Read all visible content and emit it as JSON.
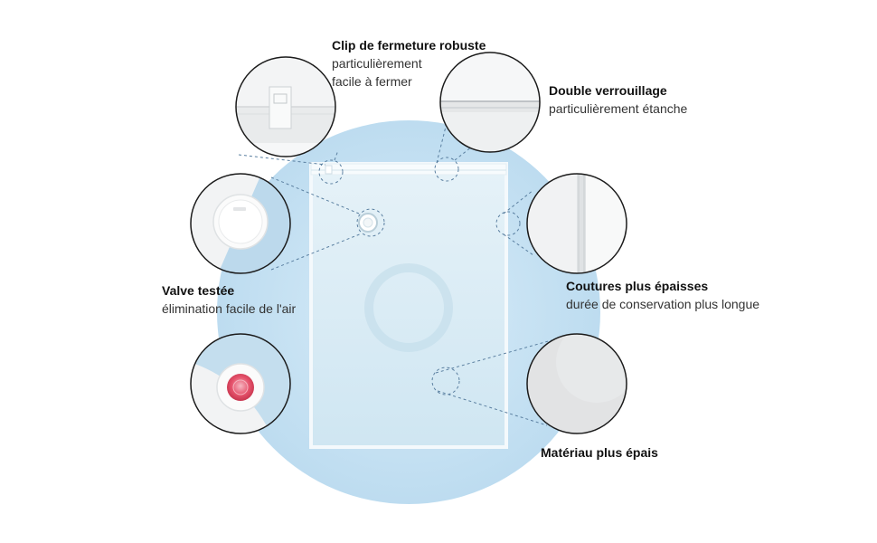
{
  "colors": {
    "background": "#ffffff",
    "disc": "#c5e2f4",
    "bag": "#d9ecf6",
    "circle_border": "#1b1b1b",
    "connector": "#5a7fa0",
    "valve_red": "#e2475f"
  },
  "features": [
    {
      "title": "Clip de fermeture robuste",
      "desc_lines": [
        "particulièrement",
        "facile à fermer"
      ]
    },
    {
      "title": "Double verrouillage",
      "desc_lines": [
        "particulièrement étanche"
      ]
    },
    {
      "title": "Valve testée",
      "desc_lines": [
        "élimination facile de l'air"
      ]
    },
    {
      "title": "Coutures plus épaisses",
      "desc_lines": [
        "durée de conservation plus longue"
      ]
    },
    {
      "title": "Matériau plus épais",
      "desc_lines": []
    }
  ],
  "icons": [
    "clip-detail-icon",
    "double-lock-detail-icon",
    "valve-detail-icon",
    "seam-detail-icon",
    "material-detail-icon",
    "red-valve-detail-icon"
  ]
}
